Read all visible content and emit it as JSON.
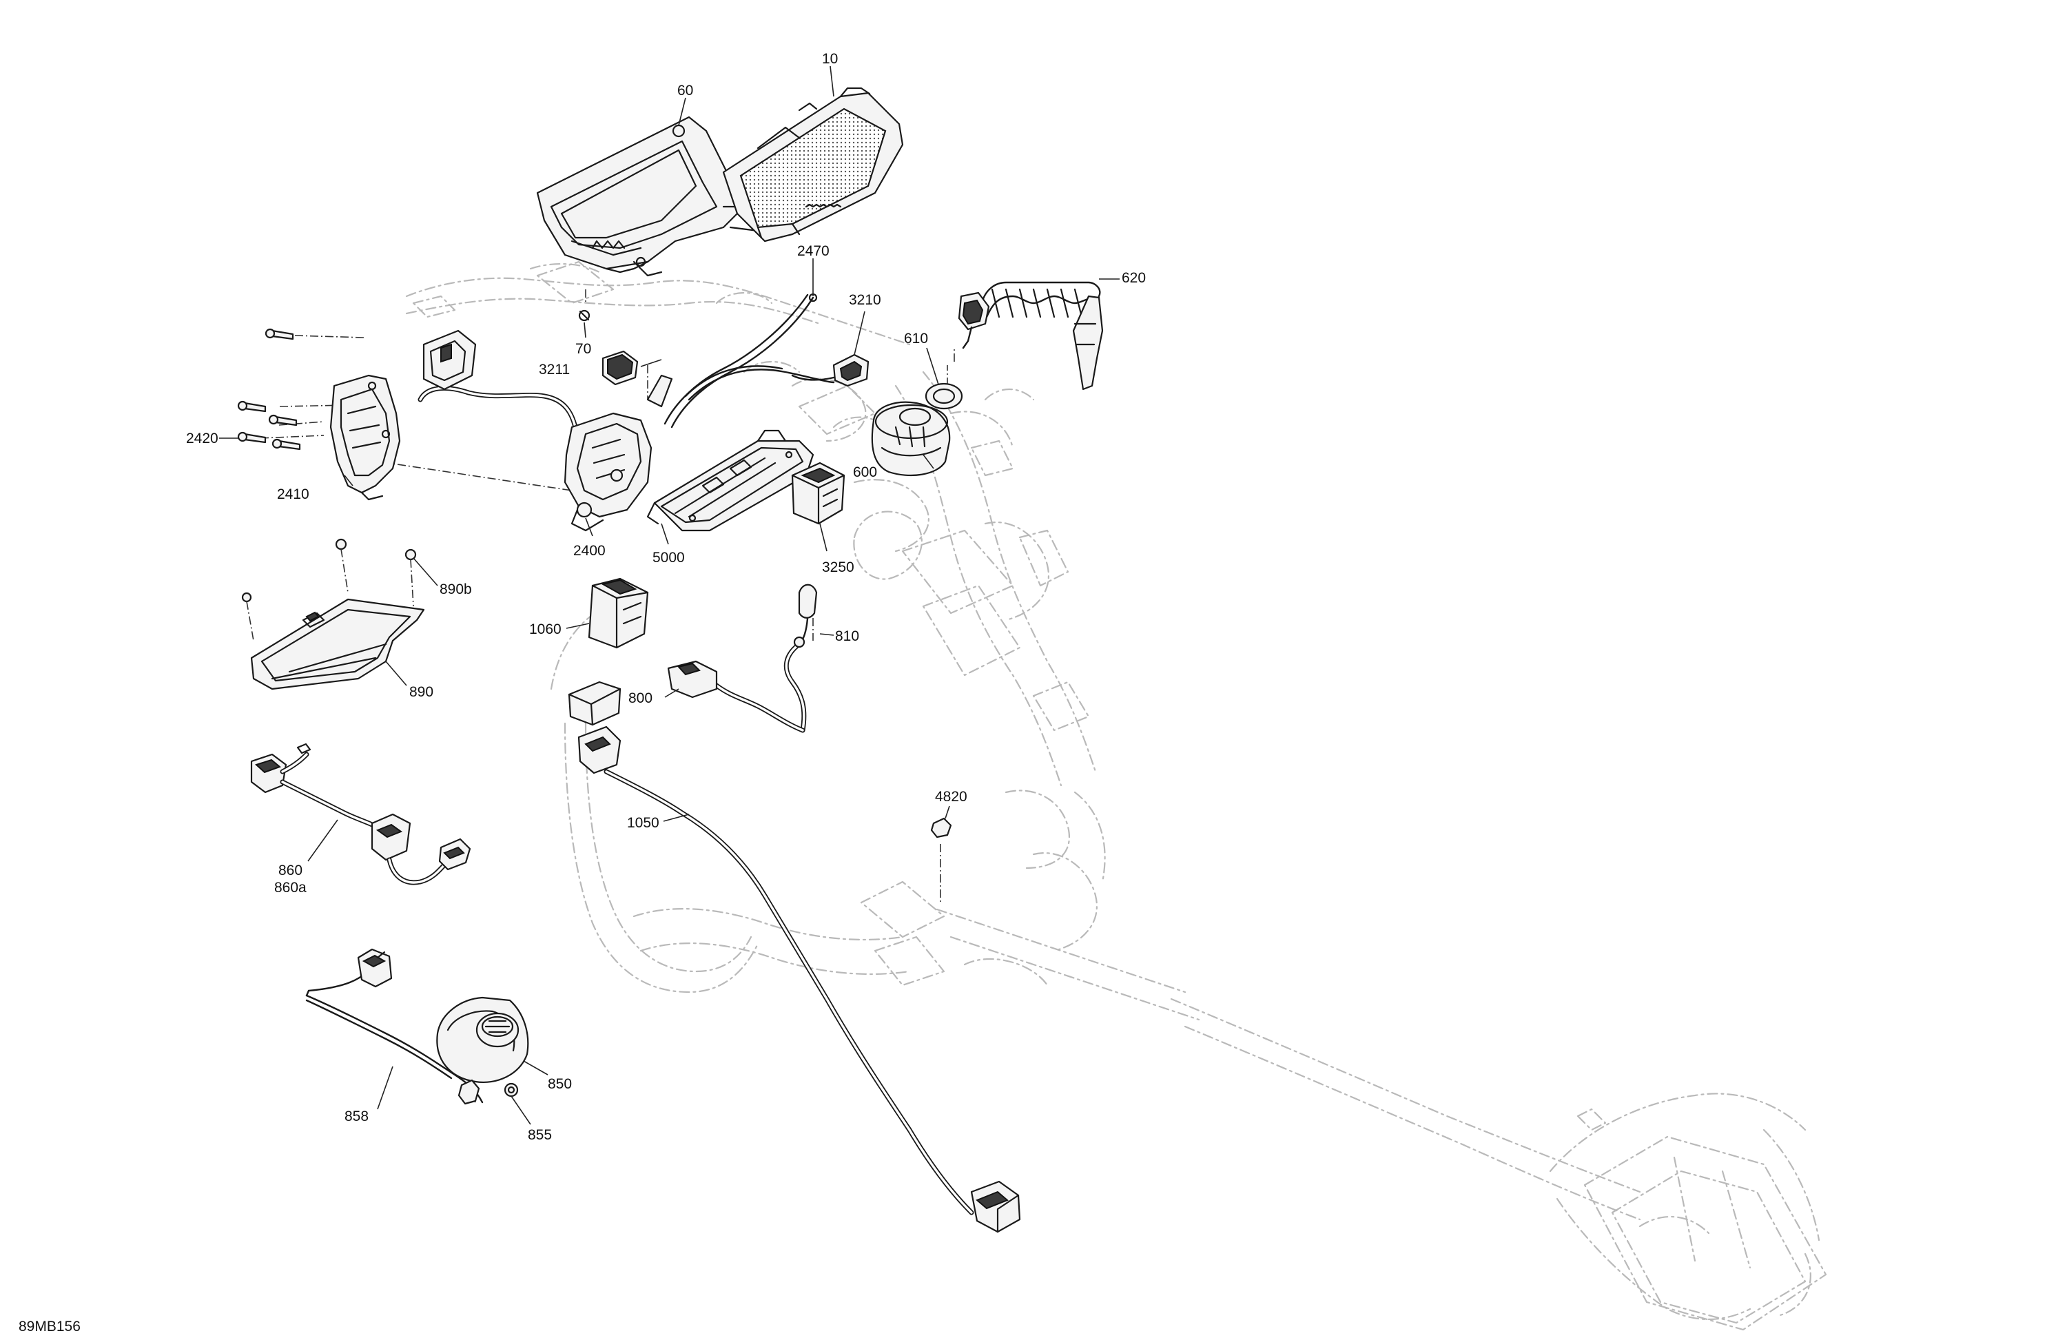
{
  "diagram": {
    "reference_code": "89MB156",
    "callouts": [
      {
        "id": "c10",
        "label": "10"
      },
      {
        "id": "c60",
        "label": "60"
      },
      {
        "id": "c70",
        "label": "70"
      },
      {
        "id": "c2470",
        "label": "2470"
      },
      {
        "id": "c3210",
        "label": "3210"
      },
      {
        "id": "c3211",
        "label": "3211"
      },
      {
        "id": "c620",
        "label": "620"
      },
      {
        "id": "c610",
        "label": "610"
      },
      {
        "id": "c600",
        "label": "600"
      },
      {
        "id": "c2420",
        "label": "2420"
      },
      {
        "id": "c2410",
        "label": "2410"
      },
      {
        "id": "c2400",
        "label": "2400"
      },
      {
        "id": "c5000",
        "label": "5000"
      },
      {
        "id": "c3250",
        "label": "3250"
      },
      {
        "id": "c890b",
        "label": "890b"
      },
      {
        "id": "c890",
        "label": "890"
      },
      {
        "id": "c1060",
        "label": "1060"
      },
      {
        "id": "c810",
        "label": "810"
      },
      {
        "id": "c800",
        "label": "800"
      },
      {
        "id": "c1050",
        "label": "1050"
      },
      {
        "id": "c4820",
        "label": "4820"
      },
      {
        "id": "c860",
        "label": "860"
      },
      {
        "id": "c860a",
        "label": "860a"
      },
      {
        "id": "c850",
        "label": "850"
      },
      {
        "id": "c858",
        "label": "858"
      },
      {
        "id": "c855",
        "label": "855"
      }
    ]
  }
}
